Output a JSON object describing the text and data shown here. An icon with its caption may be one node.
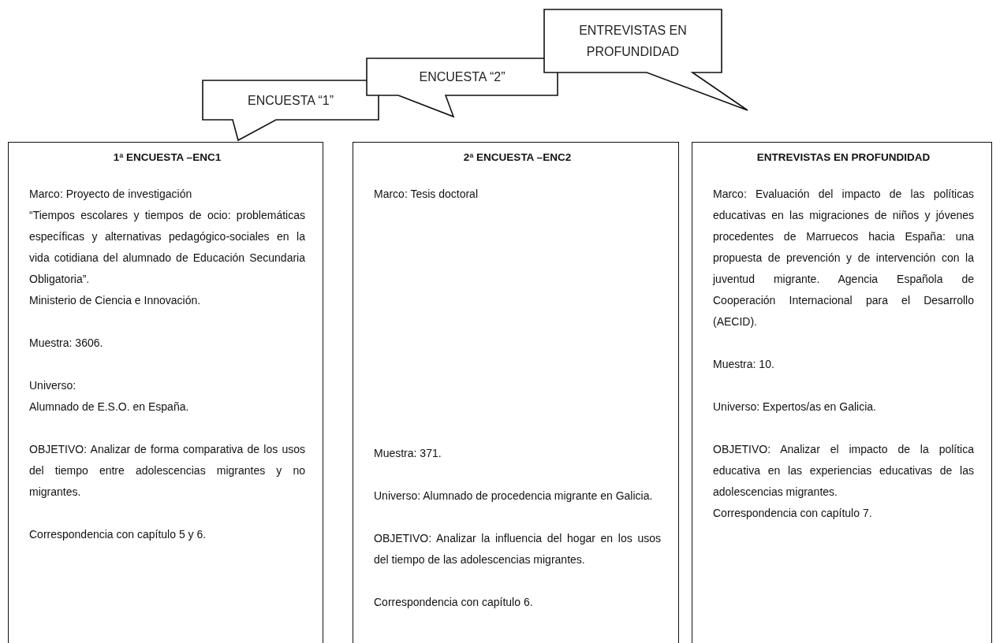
{
  "diagram": {
    "nodes": [
      {
        "text": [
          "ENCUESTA “1”"
        ]
      },
      {
        "text": [
          "ENCUESTA “2”"
        ]
      },
      {
        "text": [
          "ENTREVISTAS EN PROFUNDIDAD"
        ]
      },
      {
        "text": [
          "1ª ENCUESTA –ENC1",
          "Marco: Proyecto de investigación",
          "“Tiempos escolares y tiempos de ocio: problemáticas específicas y alternativas pedagógico-sociales en la vida cotidiana del alumnado de Educación Secundaria Obligatoria”.",
          "Ministerio de Ciencia e Innovación.",
          "Muestra: 3606.",
          "Universo:",
          "Alumnado de E.S.O. en España.",
          "OBJETIVO: Analizar de forma comparativa de los usos del tiempo entre adolescencias migrantes y no migrantes.",
          "Correspondencia con capítulo 5 y 6."
        ]
      },
      {
        "text": [
          "2ª ENCUESTA –ENC2",
          "Marco: Tesis doctoral",
          "Muestra: 371.",
          "Universo: Alumnado de procedencia migrante en Galicia.",
          "OBJETIVO: Analizar la influencia del hogar en los usos del tiempo de las adolescencias migrantes.",
          "Correspondencia con capítulo 6."
        ]
      },
      {
        "text": [
          "ENTREVISTAS EN PROFUNDIDAD",
          "Marco: Evaluación del impacto de las políticas educativas en las migraciones de niños y jóvenes procedentes de Marruecos hacia España: una propuesta de prevención y de intervención con la juventud migrante. Agencia Española de Cooperación Internacional para el Desarrollo (AECID).",
          "Muestra: 10.",
          "Universo: Expertos/as en Galicia.",
          "OBJETIVO: Analizar el impacto de la política educativa en las experiencias educativas de las adolescencias migrantes.",
          "Correspondencia con capítulo 7."
        ]
      }
    ]
  }
}
